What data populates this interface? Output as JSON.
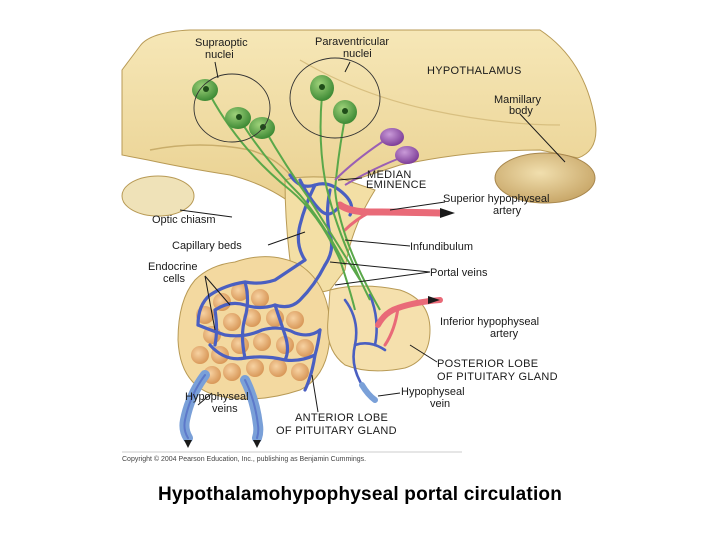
{
  "diagram": {
    "labels": {
      "supraoptic_1": "Supraoptic",
      "supraoptic_2": "nuclei",
      "paraventricular_1": "Paraventricular",
      "paraventricular_2": "nuclei",
      "hypothalamus": "HYPOTHALAMUS",
      "mamillary_1": "Mamillary",
      "mamillary_2": "body",
      "median_1": "MEDIAN",
      "median_2": "EMINENCE",
      "superior_1": "Superior hypophyseal",
      "superior_2": "artery",
      "optic_chiasm": "Optic chiasm",
      "capillary_beds": "Capillary beds",
      "infundibulum": "Infundibulum",
      "endocrine_1": "Endocrine",
      "endocrine_2": "cells",
      "portal_veins": "Portal veins",
      "inferior_1": "Inferior hypophyseal",
      "inferior_2": "artery",
      "posterior_1": "POSTERIOR LOBE",
      "posterior_2": "OF PITUITARY GLAND",
      "hypophyseal_vein_1": "Hypophyseal",
      "hypophyseal_vein_2": "vein",
      "hypophyseal_veins_1": "Hypophyseal",
      "hypophyseal_veins_2": "veins",
      "anterior_1": "ANTERIOR LOBE",
      "anterior_2": "OF PITUITARY GLAND"
    },
    "copyright": "Copyright © 2004 Pearson Education, Inc., publishing as Benjamin Cummings.",
    "caption": "Hypothalamohypophyseal portal circulation"
  }
}
